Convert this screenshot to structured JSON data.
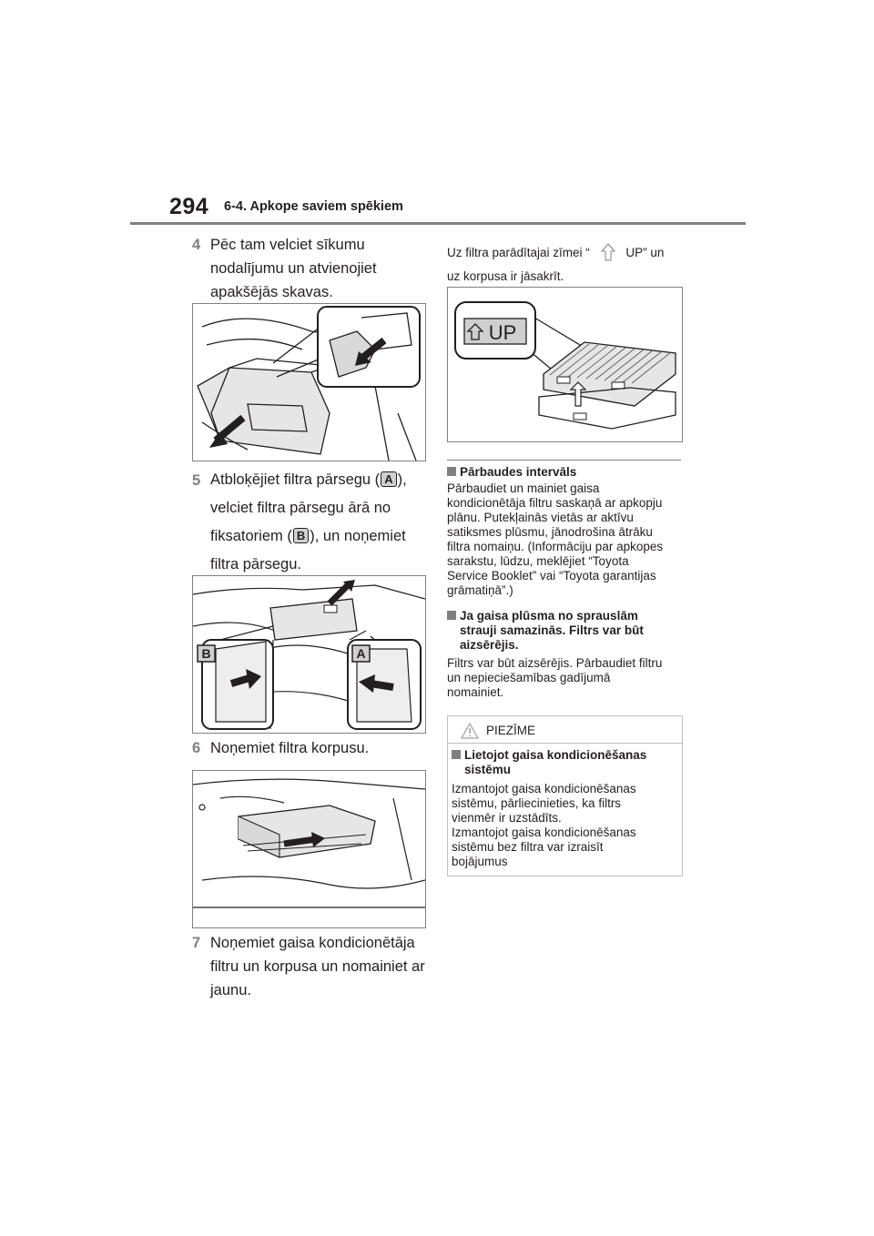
{
  "header": {
    "page_number": "294",
    "section": "6-4. Apkope saviem spēkiem"
  },
  "steps": [
    {
      "num": "4",
      "lines": [
        "Pēc tam velciet sīkumu",
        "nodalījumu un atvienojiet",
        "apakšējās skavas."
      ]
    },
    {
      "num": "5",
      "line1_pre": "Atbloķējiet filtra pārsegu (",
      "label_a": "A",
      "line1_post": "),",
      "line2": "velciet filtra pārsegu ārā no",
      "line3_pre": "fiksatoriem (",
      "label_b": "B",
      "line3_post": "), un noņemiet",
      "line4": "filtra pārsegu."
    },
    {
      "num": "6",
      "lines": [
        "Noņemiet filtra korpusu."
      ]
    },
    {
      "num": "7",
      "lines": [
        "Noņemiet gaisa kondicionētāja",
        "filtru un korpusa un nomainiet ar",
        "jaunu."
      ]
    }
  ],
  "right": {
    "up_text_pre": "Uz filtra parādītajai zīmei “",
    "up_text_post": "UP” un",
    "up_text_line2": "uz korpusa ir jāsakrīt.",
    "up_label": "UP",
    "fig2_labels": {
      "b": "B",
      "a": "A"
    },
    "inspection": {
      "title": "Pārbaudes intervāls",
      "lines": [
        "Pārbaudiet un mainiet gaisa",
        "kondicionētāja filtru saskaņā ar apkopju",
        "plānu. Putekļainās vietās ar aktīvu",
        "satiksmes plūsmu, jānodrošina ātrāku",
        "filtra nomaiņu. (Informāciju par apkopes",
        "sarakstu, lūdzu, meklējiet “Toyota",
        "Service Booklet” vai “Toyota garantijas",
        "grāmatiņā”.)"
      ]
    },
    "airflow": {
      "title_lines": [
        "Ja gaisa plūsma no sprauslām",
        "strauji samazinās. Filtrs var būt",
        "aizsērējis."
      ],
      "lines": [
        "Filtrs var būt aizsērējis. Pārbaudiet filtru",
        "un nepieciešamības gadījumā",
        "nomainiet."
      ]
    },
    "note": {
      "label": "PIEZĪME",
      "title_lines": [
        "Lietojot gaisa kondicionēšanas",
        "sistēmu"
      ],
      "lines": [
        "Izmantojot gaisa kondicionēšanas",
        "sistēmu, pārliecinieties, ka filtrs",
        "vienmēr ir uzstādīts.",
        "Izmantojot gaisa kondicionēšanas",
        "sistēmu bez filtra var izraisīt",
        "bojājumus"
      ]
    }
  }
}
